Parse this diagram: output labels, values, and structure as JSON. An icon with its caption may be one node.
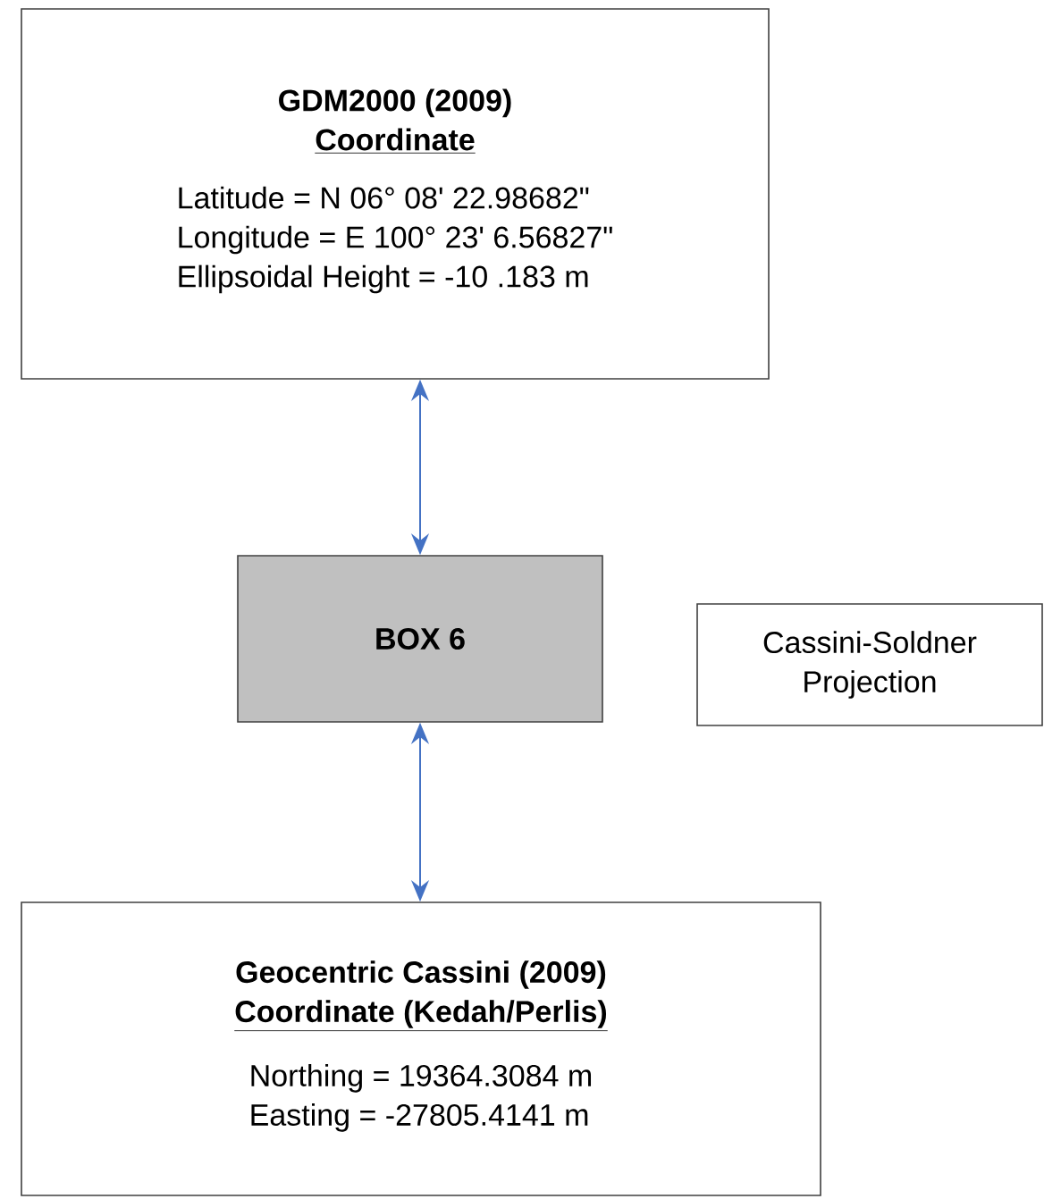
{
  "diagram": {
    "nodes": [
      {
        "text": [
          "GDM2000 (2009)",
          "Coordinate",
          "Latitude   = N   06°  08' 22.98682\"",
          "Longitude = E 100°  23'   6.56827\"",
          "Ellipsoidal Height =       -10 .183 m"
        ]
      },
      {
        "text": [
          "BOX 6"
        ]
      },
      {
        "text": [
          "Geocentric Cassini (2009)",
          "Coordinate (Kedah/Perlis)",
          "Northing   =  19364.3084 m",
          "Easting     = -27805.4141 m"
        ]
      },
      {
        "text": [
          "Cassini-Soldner Projection"
        ]
      }
    ],
    "edges": [
      {
        "from": 0,
        "to": 1,
        "arrow": "both"
      },
      {
        "from": 1,
        "to": 2,
        "arrow": "both"
      }
    ]
  }
}
